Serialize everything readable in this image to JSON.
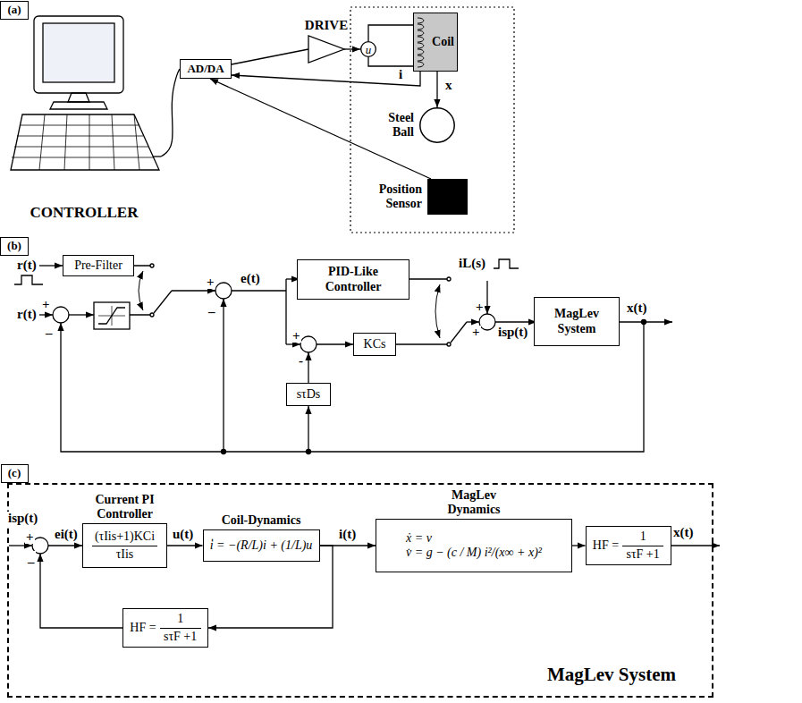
{
  "diagram": {
    "nodes": [
      {
        "text": [
          "(a)"
        ]
      },
      {
        "text": [
          "CONTROLLER"
        ]
      },
      {
        "text": [
          "AD/DA"
        ]
      },
      {
        "text": [
          "DRIVE"
        ]
      },
      {
        "text": [
          "u"
        ]
      },
      {
        "text": [
          "Coil"
        ]
      },
      {
        "text": [
          "Steel Ball"
        ]
      },
      {
        "text": [
          "Position Sensor"
        ]
      },
      {
        "text": [
          "(b)"
        ]
      },
      {
        "text": [
          "Pre-Filter"
        ]
      },
      {
        "text": [
          "PID-Like Controller"
        ]
      },
      {
        "text": [
          "KCs"
        ]
      },
      {
        "text": [
          "sτDs"
        ]
      },
      {
        "text": [
          "MagLev System"
        ]
      },
      {
        "text": [
          "(c)"
        ]
      },
      {
        "text": [
          "MagLev System"
        ]
      },
      {
        "text": [
          "Current PI Controller",
          "(τIis+1)KCi",
          "τIis"
        ],
        "in": 15
      },
      {
        "text": [
          "Coil-Dynamics",
          "i̇ = −(R/L)i + (1/L)u"
        ],
        "in": 15
      },
      {
        "text": [
          "MagLev Dynamics",
          "ẋ = v",
          "v̇ = g − (c / M) i²/(x∞ + x)²"
        ],
        "in": 15
      },
      {
        "text": [
          "HF =",
          "1",
          "sτF +1"
        ],
        "in": 15
      },
      {
        "text": [
          "HF =",
          "1",
          "sτF +1"
        ],
        "in": 15
      }
    ],
    "edges": [
      {
        "from": 1,
        "to": 2,
        "arrow": "none"
      },
      {
        "from": 2,
        "to": 3,
        "arrow": "none"
      },
      {
        "from": 3,
        "to": 4,
        "arrow": "to"
      },
      {
        "from": 4,
        "to": 5,
        "arrow": "none"
      },
      {
        "from": 4,
        "to": 5,
        "arrow": "none"
      },
      {
        "from": 5,
        "to": 2,
        "arrow": "to",
        "label": "i"
      },
      {
        "from": 5,
        "to": 6,
        "arrow": "to",
        "label": "x"
      },
      {
        "from": 7,
        "to": 2,
        "arrow": "to"
      },
      {
        "from": 16,
        "to": 17,
        "arrow": "to",
        "label": "u(t)"
      },
      {
        "from": 17,
        "to": 18,
        "arrow": "to",
        "label": "i(t)"
      },
      {
        "from": 18,
        "to": 19,
        "arrow": "to"
      },
      {
        "from": 17,
        "to": 20,
        "arrow": "to"
      }
    ],
    "labels": [
      "r(t)",
      "r(t)",
      "+",
      "_",
      "+",
      "_",
      "e(t)",
      "+",
      "-",
      "iL(s)",
      "+",
      "+",
      "isp(t)",
      "x(t)",
      "isp(t)",
      "+",
      "_",
      "ei(t)",
      "x(t)"
    ]
  }
}
